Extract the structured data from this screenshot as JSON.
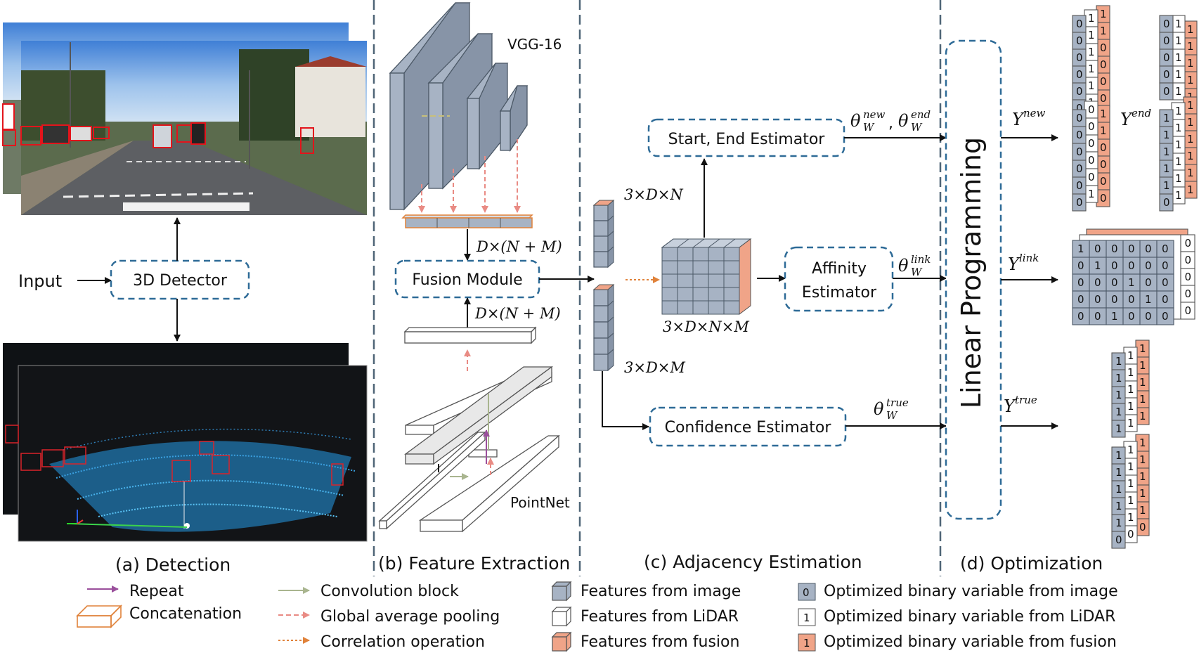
{
  "panels": {
    "a": "(a) Detection",
    "b": "(b) Feature Extraction",
    "c": "(c) Adjacency Estimation",
    "d": "(d) Optimization"
  },
  "detection": {
    "input_label": "Input",
    "detector_label": "3D Detector"
  },
  "feature_extraction": {
    "vgg_label": "VGG-16",
    "pointnet_label": "PointNet",
    "fusion_label": "Fusion Module",
    "dim_top": "D×(N + M)",
    "dim_bottom": "D×(N + M)"
  },
  "adjacency": {
    "dim_n": "3×D×N",
    "dim_m": "3×D×M",
    "dim_nm": "3×D×N×M",
    "start_end_label": "Start, End Estimator",
    "affinity_label_1": "Affinity",
    "affinity_label_2": "Estimator",
    "confidence_label": "Confidence Estimator",
    "theta": "θ",
    "sub_w": "W",
    "sup_new": "new",
    "sup_end": "end",
    "sup_link": "link",
    "sup_true": "true",
    "comma": ","
  },
  "optimization": {
    "lp_label": "Linear Programming",
    "y": "Y",
    "y_new": "new",
    "y_end": "end",
    "y_link": "link",
    "y_true": "true",
    "col_new": [
      "0",
      "0",
      "0",
      "0",
      "0",
      "0"
    ],
    "col_new_mid": [
      "1",
      "1",
      "1",
      "1",
      "1",
      "1"
    ],
    "col_new_back": [
      "1",
      "1",
      "0",
      "0",
      "0",
      "0"
    ],
    "col_end_front": [
      "0",
      "0",
      "0",
      "0",
      "0"
    ],
    "col_end_mid": [
      "1",
      "1",
      "1",
      "1",
      "1"
    ],
    "col_ynew_front": [
      "0",
      "0",
      "0",
      "0",
      "0",
      "0"
    ],
    "col_ynew_mid": [
      "0",
      "0",
      "0",
      "0",
      "0",
      "1"
    ],
    "col_yend_front": [
      "1",
      "1",
      "1",
      "1",
      "1",
      "0"
    ],
    "col_yend_mid": [
      "1",
      "1",
      "1",
      "1",
      "1",
      "1"
    ],
    "link_rows": [
      [
        "1",
        "0",
        "0",
        "0",
        "0",
        "0"
      ],
      [
        "0",
        "1",
        "0",
        "0",
        "0",
        "0"
      ],
      [
        "0",
        "0",
        "0",
        "1",
        "0",
        "0"
      ],
      [
        "0",
        "0",
        "0",
        "0",
        "1",
        "0"
      ],
      [
        "0",
        "0",
        "1",
        "0",
        "0",
        "0"
      ]
    ],
    "link_back_col": [
      "0",
      "0",
      "0",
      "0",
      "0"
    ],
    "true_top": [
      "1",
      "1",
      "1",
      "1",
      "1"
    ],
    "true_bottom": [
      "1",
      "1",
      "1",
      "1",
      "1",
      "0"
    ]
  },
  "legend": {
    "repeat": "Repeat",
    "concat": "Concatenation",
    "conv": "Convolution block",
    "gap": "Global average pooling",
    "corr": "Correlation operation",
    "feat_img": "Features from image",
    "feat_lidar": "Features from LiDAR",
    "feat_fusion": "Features from fusion",
    "bin_img": "Optimized binary variable from image",
    "bin_lidar": "Optimized binary variable from LiDAR",
    "bin_fusion": "Optimized binary variable from fusion",
    "bin_img_val": "0",
    "bin_lidar_val": "1",
    "bin_fusion_val": "1"
  },
  "colors": {
    "image": "#a7b3c4",
    "lidar": "#ffffff",
    "fusion": "#f0a488",
    "box_border": "#2e6b97",
    "repeat": "#9a4f9c",
    "conv": "#a9b58f",
    "gap": "#e98b84",
    "corr": "#e0823a"
  }
}
